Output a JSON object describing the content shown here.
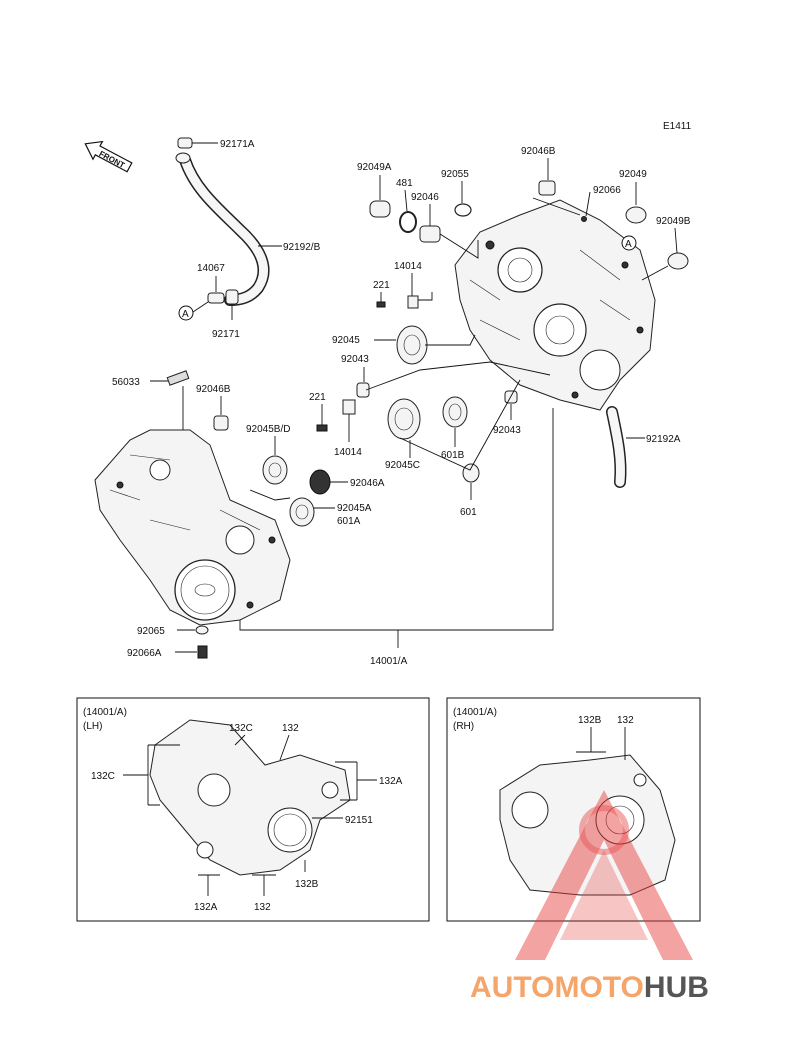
{
  "diagram_code": "E1411",
  "front_label": "FRONT",
  "labels": {
    "p92171A": "92171A",
    "p92192B": "92192/B",
    "p14067": "14067",
    "p92171": "92171",
    "refA1": "A",
    "p92049A": "92049A",
    "p481": "481",
    "p92055": "92055",
    "p92046": "92046",
    "p92046B_top": "92046B",
    "p92066": "92066",
    "p92049": "92049",
    "p92049B": "92049B",
    "refA2": "A",
    "p14014_top": "14014",
    "p221_top": "221",
    "p92045": "92045",
    "p92043_top": "92043",
    "p56033": "56033",
    "p92046B_mid": "92046B",
    "p221_mid": "221",
    "p14014_mid": "14014",
    "p92045BD": "92045B/D",
    "p92045C": "92045C",
    "p601B": "601B",
    "p92043_right": "92043",
    "p601": "601",
    "p92192A": "92192A",
    "p92046A": "92046A",
    "p92045A": "92045A",
    "p601A": "601A",
    "p92065": "92065",
    "p92066A": "92066A",
    "p14001A": "14001/A"
  },
  "lh_box": {
    "title1": "(14001/A)",
    "title2": "(LH)",
    "l132C_top": "132C",
    "l132_top": "132",
    "l132C_left": "132C",
    "l132A_right": "132A",
    "l92151": "92151",
    "l132B": "132B",
    "l132A_bottom": "132A",
    "l132_bottom": "132"
  },
  "rh_box": {
    "title1": "(14001/A)",
    "title2": "(RH)",
    "l132B": "132B",
    "l132": "132"
  },
  "watermark": {
    "part1": "AUTOMOTO",
    "part2": "HUB",
    "color1": "#f5a46a",
    "color2": "#555555",
    "triangle_color": "#e83b3b"
  }
}
